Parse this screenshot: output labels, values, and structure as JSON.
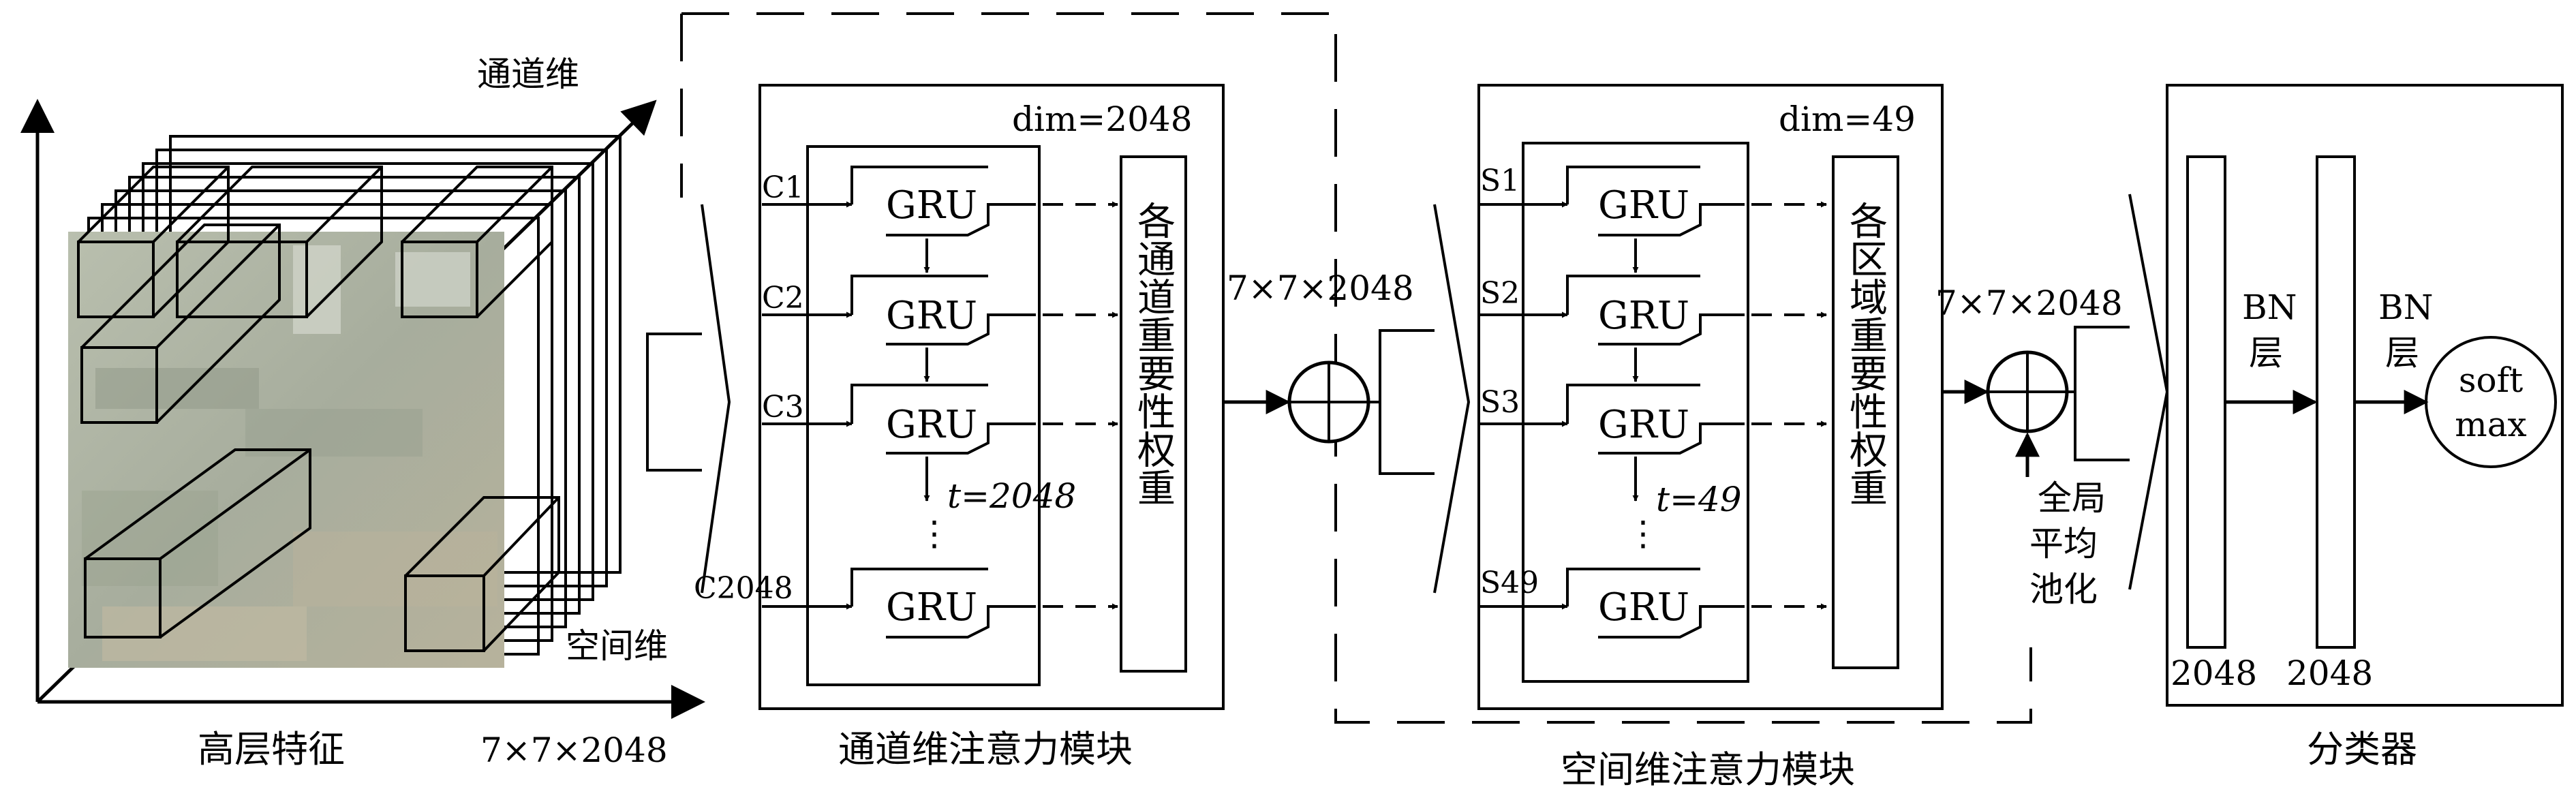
{
  "feature_map": {
    "vertical_axis_label": "",
    "depth_axis_label": "通道维",
    "space_axis_label": "空间维",
    "bottom_dims": "7×7×2048",
    "caption": "高层特征"
  },
  "channel_module": {
    "dim_label": "dim=2048",
    "inputs": [
      "C1",
      "C2",
      "C3",
      "C2048"
    ],
    "gru_label": "GRU",
    "t_label": "t=2048",
    "ellipsis": "⋮",
    "weight_box_text": "各通道重要性权重",
    "output_dims": "7×7×2048",
    "caption": "通道维注意力模块"
  },
  "spatial_module": {
    "dim_label": "dim=49",
    "inputs": [
      "S1",
      "S2",
      "S3",
      "S49"
    ],
    "gru_label": "GRU",
    "t_label": "t=49",
    "ellipsis": "⋮",
    "weight_box_text": "各区域重要性权重",
    "output_dims": "7×7×2048",
    "pooling_text": [
      "全局",
      "平均",
      "池化"
    ],
    "caption": "空间维注意力模块"
  },
  "classifier": {
    "bn1_text": [
      "BN",
      "层"
    ],
    "bn2_text": [
      "BN",
      "层"
    ],
    "softmax_text": [
      "soft",
      "max"
    ],
    "dim1": "2048",
    "dim2": "2048",
    "caption": "分类器"
  },
  "operators": {
    "plus": "⊕"
  }
}
